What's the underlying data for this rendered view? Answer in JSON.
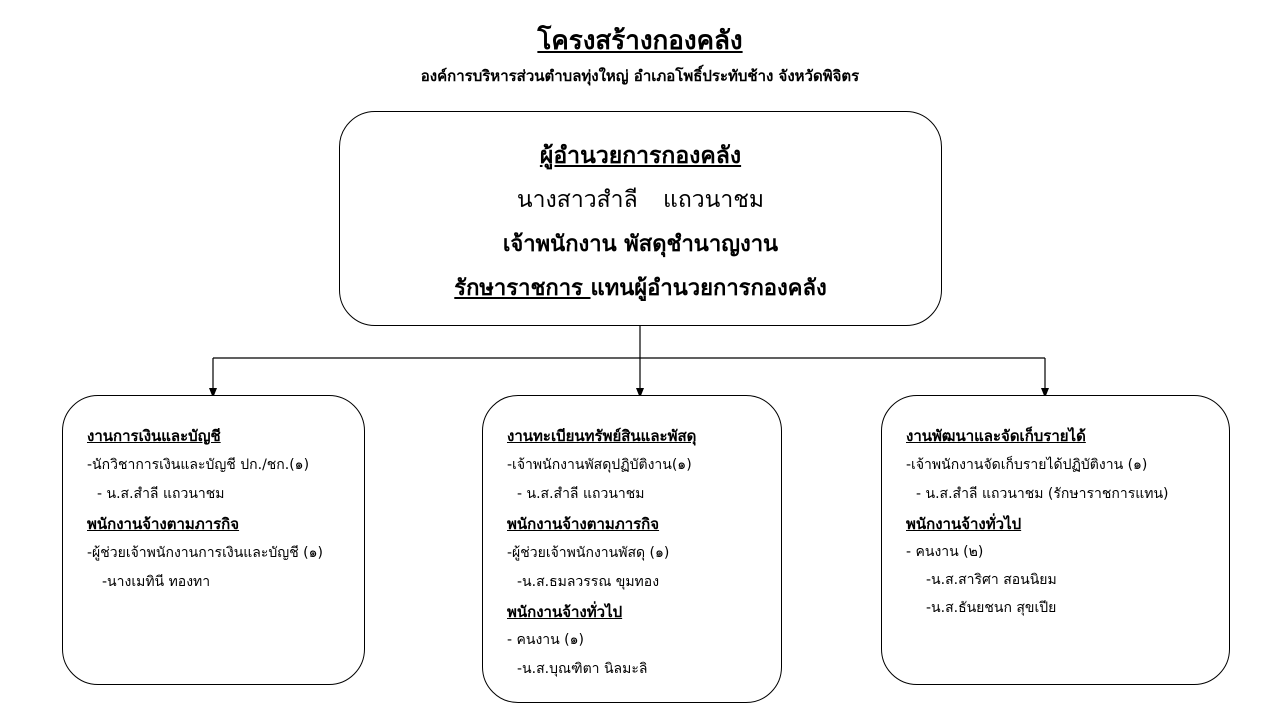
{
  "header": {
    "title": "โครงสร้างกองคลัง",
    "subtitle": "องค์การบริหารส่วนตำบลทุ่งใหญ่ อำเภอโพธิ์ประทับช้าง จังหวัดพิจิตร"
  },
  "head": {
    "position": "ผู้อำนวยการกองคลัง",
    "name": "นางสาวสำลี แถวนาชม",
    "rank": "เจ้าพนักงาน พัสดุชำนาญงาน",
    "acting_label": "รักษาราชการ ",
    "acting_rest": " แทนผู้อำนวยการกองคลัง"
  },
  "units": [
    {
      "lines": [
        {
          "text": "งานการเงินและบัญชี",
          "heading": true
        },
        {
          "text": "-นักวิชาการเงินและบัญชี ปก./ชก.(๑)",
          "heading": false
        },
        {
          "text": "  - น.ส.สำลี แถวนาชม",
          "heading": false
        },
        {
          "text": "พนักงานจ้างตามภารกิจ",
          "heading": true
        },
        {
          "text": "-ผู้ช่วยเจ้าพนักงานการเงินและบัญชี (๑)",
          "heading": false
        },
        {
          "text": "   -นางเมทินี  ทองทา",
          "heading": false
        }
      ]
    },
    {
      "lines": [
        {
          "text": "งานทะเบียนทรัพย์สินและพัสดุ",
          "heading": true
        },
        {
          "text": "-เจ้าพนักงานพัสดุปฏิบัติงาน(๑)",
          "heading": false
        },
        {
          "text": "  - น.ส.สำลี แถวนาชม",
          "heading": false
        },
        {
          "text": "พนักงานจ้างตามภารกิจ",
          "heading": true
        },
        {
          "text": "-ผู้ช่วยเจ้าพนักงานพัสดุ (๑)",
          "heading": false
        },
        {
          "text": "  -น.ส.ธมลวรรณ ขุมทอง",
          "heading": false
        },
        {
          "text": "พนักงานจ้างทั่วไป",
          "heading": true
        },
        {
          "text": "- คนงาน (๑)",
          "heading": false
        },
        {
          "text": "  -น.ส.บุณฑิตา นิลมะลิ",
          "heading": false
        }
      ]
    },
    {
      "lines": [
        {
          "text": "งานพัฒนาและจัดเก็บรายได้",
          "heading": true
        },
        {
          "text": "-เจ้าพนักงานจัดเก็บรายได้ปฏิบัติงาน (๑)",
          "heading": false
        },
        {
          "text": "  - น.ส.สำลี แถวนาชม (รักษาราชการแทน)",
          "heading": false
        },
        {
          "text": "พนักงานจ้างทั่วไป",
          "heading": true
        },
        {
          "text": "- คนงาน (๒)",
          "heading": false
        },
        {
          "text": "    -น.ส.สาริศา สอนนิยม",
          "heading": false
        },
        {
          "text": "    -น.ส.ธันยชนก สุขเปีย",
          "heading": false
        }
      ]
    }
  ]
}
